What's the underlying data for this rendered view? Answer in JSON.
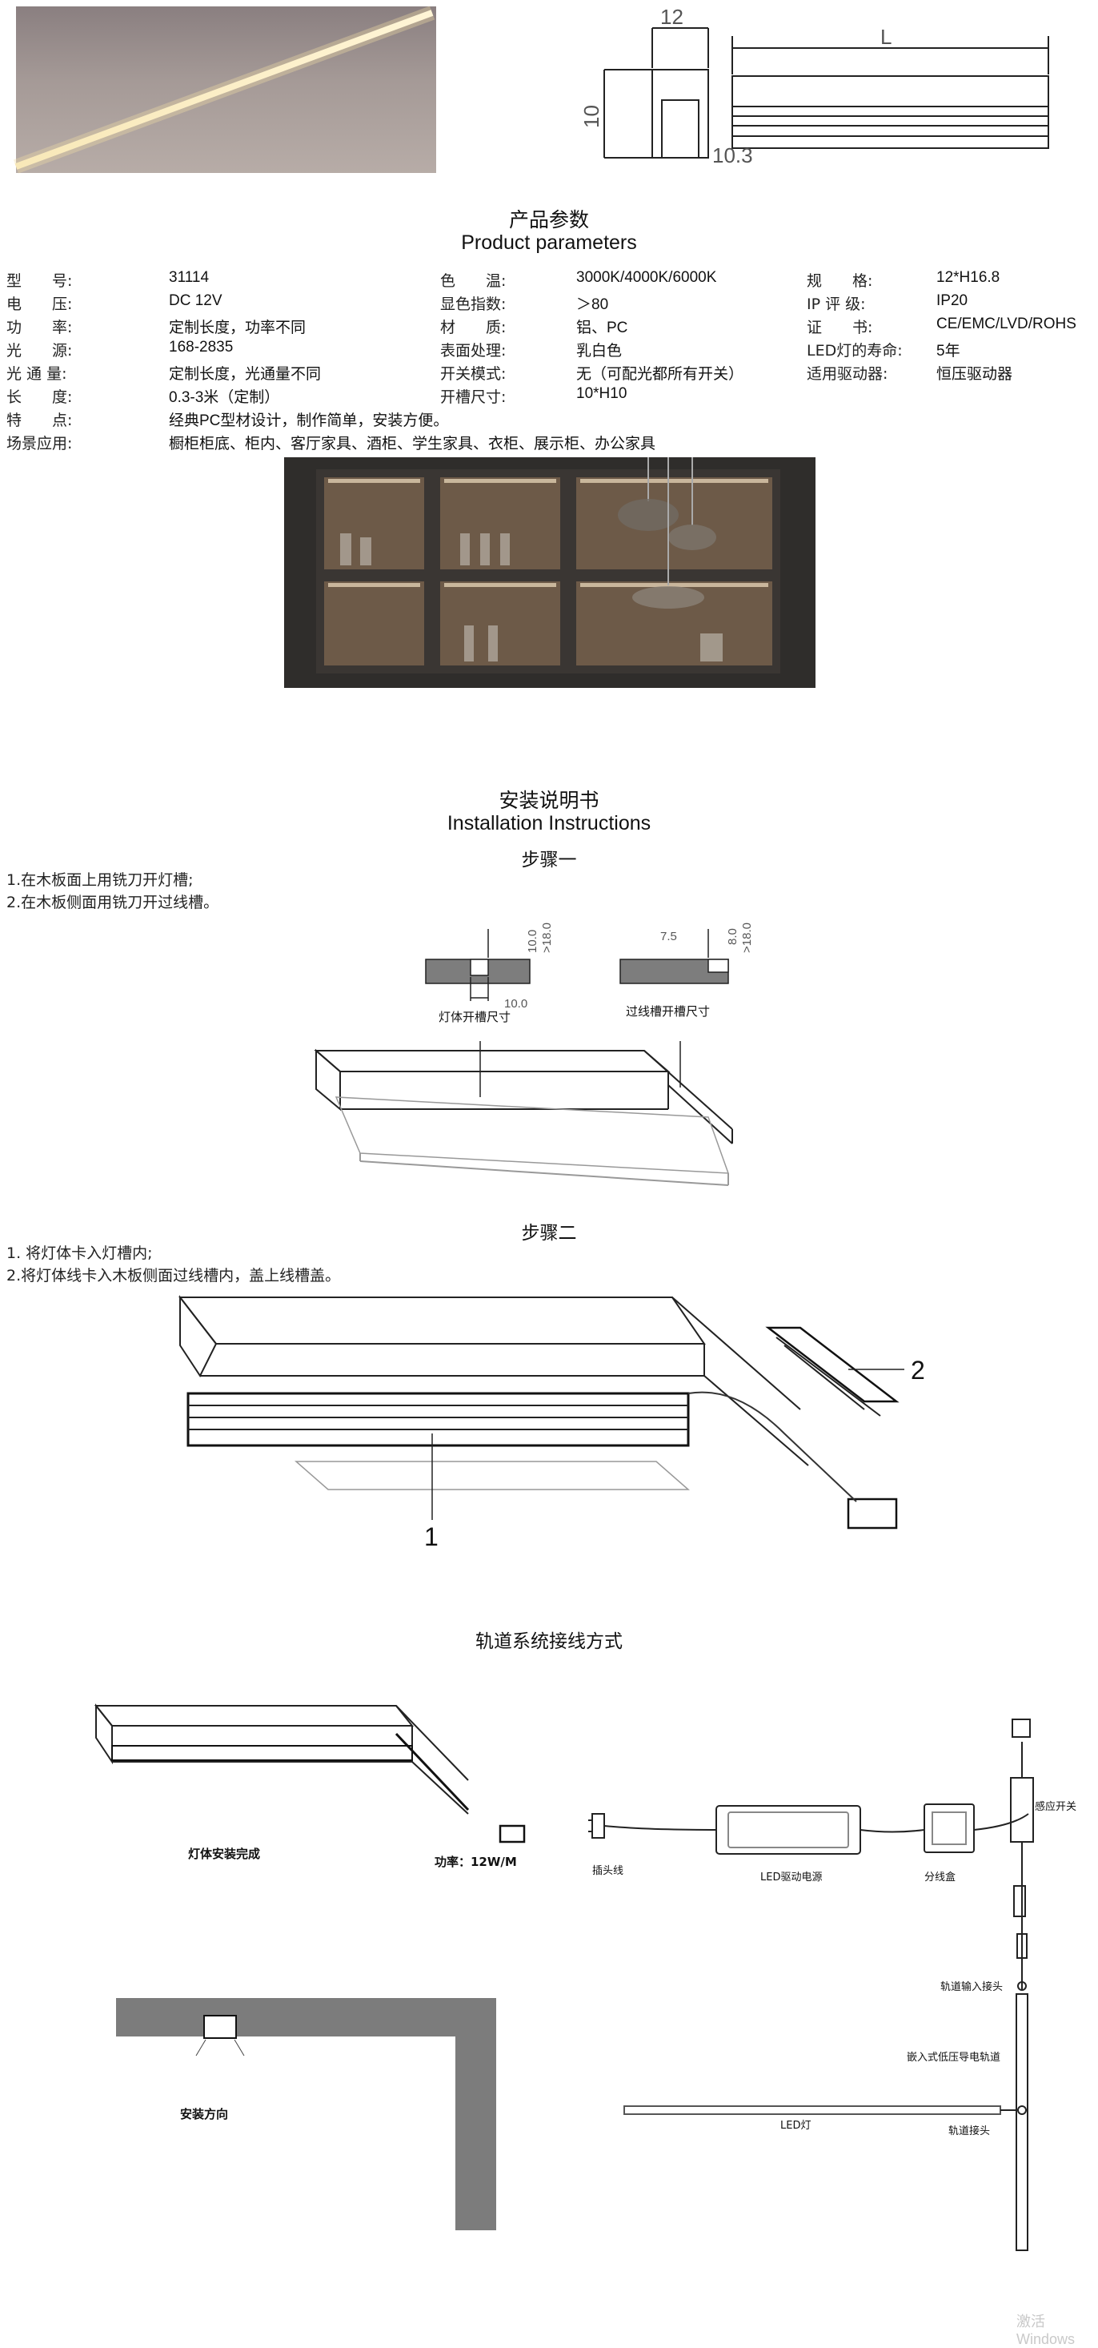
{
  "title": {
    "cn": "产品参数",
    "en": "Product parameters"
  },
  "params": [
    {
      "label": "型　　号:",
      "value": "31114"
    },
    {
      "label": "电　　压:",
      "value": "DC 12V"
    },
    {
      "label": "功　　率:",
      "value": "定制长度，功率不同"
    },
    {
      "label": "光　　源:",
      "value": "168-2835"
    },
    {
      "label": "光 通 量:",
      "value": "定制长度，光通量不同"
    },
    {
      "label": "长　　度:",
      "value": "0.3-3米（定制）"
    },
    {
      "label": "特　　点:",
      "value": "经典PC型材设计，制作简单，安装方便。"
    },
    {
      "label": "场景应用:",
      "value": "橱柜柜底、柜内、客厅家具、酒柜、学生家具、衣柜、展示柜、办公家具"
    },
    {
      "label": "色　　温:",
      "value": "3000K/4000K/6000K"
    },
    {
      "label": "显色指数:",
      "value": "＞80"
    },
    {
      "label": "材　　质:",
      "value": "铝、PC"
    },
    {
      "label": "表面处理:",
      "value": "乳白色"
    },
    {
      "label": "开关模式:",
      "value": "无（可配光都所有开关）"
    },
    {
      "label": "开槽尺寸:",
      "value": "10*H10"
    },
    {
      "label": "规　　格:",
      "value": "12*H16.8"
    },
    {
      "label": "IP 评 级:",
      "value": "IP20"
    },
    {
      "label": "证　　书:",
      "value": "CE/EMC/LVD/ROHS"
    },
    {
      "label": "LED灯的寿命:",
      "value": "5年"
    },
    {
      "label": "适用驱动器:",
      "value": "恒压驱动器"
    }
  ],
  "profile_dims": {
    "w": "12",
    "h": "10",
    "base": "10.3",
    "len": "L"
  },
  "install": {
    "title_cn": "安装说明书",
    "title_en": "Installation Instructions",
    "step1": {
      "title": "步骤一",
      "notes": [
        "1.在木板面上用铣刀开灯槽;",
        "2.在木板侧面用铣刀开过线槽。"
      ],
      "dims_left": {
        "h": "10.0",
        "t": ">18.0",
        "w": "10.0",
        "caption": "灯体开槽尺寸"
      },
      "dims_right": {
        "w": "7.5",
        "h": "8.0",
        "t": ">18.0",
        "caption": "过线槽开槽尺寸"
      }
    },
    "step2": {
      "title": "步骤二",
      "notes": [
        "1. 将灯体卡入灯槽内;",
        "2.将灯体线卡入木板侧面过线槽内，盖上线槽盖。"
      ],
      "callout1": "1",
      "callout2": "2"
    }
  },
  "wiring": {
    "title": "轨道系统接线方式",
    "installed_caption": "灯体安装完成",
    "power_caption": "功率：12W/M",
    "direction_caption": "安装方向",
    "plug": "插头线",
    "driver": "LED驱动电源",
    "splitter": "分线盒",
    "sensor": "感应开关",
    "rail_input": "轨道输入接头",
    "embedded_rail": "嵌入式低压导电轨道",
    "led_light": "LED灯",
    "rail_connector": "轨道接头"
  },
  "watermark": "激活 Windows"
}
